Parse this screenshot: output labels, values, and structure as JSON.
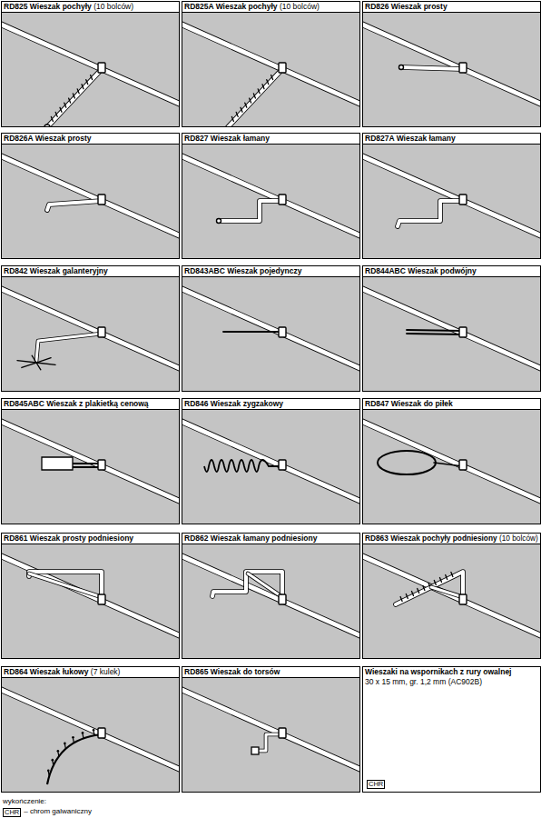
{
  "diagram": {
    "nodes": [
      {
        "text": [
          "RD825 Wieszak pochyły",
          "(10 bolców)"
        ]
      },
      {
        "text": [
          "RD825A Wieszak pochyły",
          "(10 bolców)"
        ]
      },
      {
        "text": [
          "RD826 Wieszak prosty"
        ]
      },
      {
        "text": [
          "RD826A Wieszak prosty"
        ]
      },
      {
        "text": [
          "RD827 Wieszak łamany"
        ]
      },
      {
        "text": [
          "RD827A Wieszak łamany"
        ]
      },
      {
        "text": [
          "RD842 Wieszak galanteryjny"
        ]
      },
      {
        "text": [
          "RD843ABC Wieszak pojedynczy"
        ]
      },
      {
        "text": [
          "RD844ABC Wieszak podwójny"
        ]
      },
      {
        "text": [
          "RD845ABC Wieszak z plakietką cenową"
        ]
      },
      {
        "text": [
          "RD846 Wieszak zygzakowy"
        ]
      },
      {
        "text": [
          "RD847 Wieszak do piłek"
        ]
      },
      {
        "text": [
          "RD861 Wieszak prosty podniesiony"
        ]
      },
      {
        "text": [
          "RD862 Wieszak łamany podniesiony"
        ]
      },
      {
        "text": [
          "RD863 Wieszak pochyły podniesiony",
          "(10 bolców)"
        ]
      },
      {
        "text": [
          "RD864 Wieszak łukowy",
          "(7 kulek)"
        ]
      },
      {
        "text": [
          "RD865 Wieszak do torsów"
        ]
      },
      {
        "text": [
          "Wieszaki na wspornikach z rury owalnej",
          "30 x 15 mm, gr. 1,2 mm (AC902B)"
        ]
      }
    ],
    "labels": [
      "CHR",
      "wykończenie:",
      "CHR",
      "– chrom galwaniczny"
    ]
  }
}
